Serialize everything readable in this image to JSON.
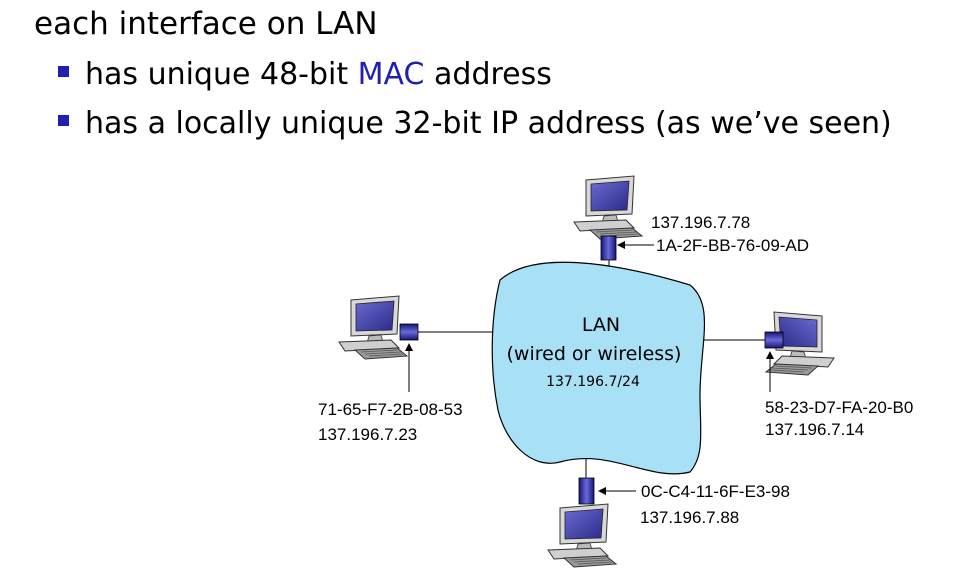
{
  "heading": "each interface on LAN",
  "bullets": [
    {
      "before": "has unique 48-bit ",
      "highlight": "MAC",
      "after": " address"
    },
    {
      "before": "has a locally unique 32-bit IP address (as we’ve seen)",
      "highlight": "",
      "after": ""
    }
  ],
  "lan": {
    "title": "LAN",
    "subtitle": "(wired or wireless)",
    "subnet": "137.196.7/24"
  },
  "hosts": {
    "top": {
      "ip": "137.196.7.78",
      "mac": "1A-2F-BB-76-09-AD"
    },
    "left": {
      "mac": "71-65-F7-2B-08-53",
      "ip": "137.196.7.23"
    },
    "right": {
      "mac": "58-23-D7-FA-20-B0",
      "ip": "137.196.7.14"
    },
    "bottom": {
      "mac": "0C-C4-11-6F-E3-98",
      "ip": "137.196.7.88"
    }
  },
  "colors": {
    "bullet": "#1f1fb4",
    "highlight": "#1f1fb4",
    "lan_fill": "#a8e0f5",
    "adapter": "#2a2aa0"
  },
  "icons": [
    "desktop-computer-icon",
    "network-adapter-icon"
  ]
}
